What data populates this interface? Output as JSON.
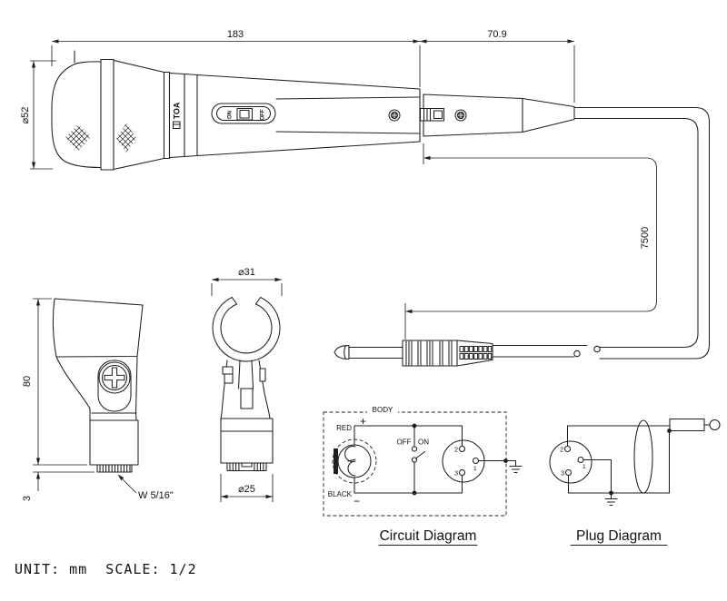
{
  "footer": {
    "note": "UNIT: mm  SCALE: 1/2"
  },
  "brand": "TOA",
  "mic": {
    "switch_on": "ON",
    "switch_off": "OFF"
  },
  "dimensions": {
    "body_length": "183",
    "connector_length": "70.9",
    "cable_length": "7500",
    "head_diameter": "⌀52",
    "holder_height": "80",
    "holder_thread_length": "3",
    "holder_thread_spec": "W 5/16\"",
    "clip_ring_diameter": "⌀31",
    "clip_base_diameter": "⌀25"
  },
  "circuit_diagram": {
    "title": "Circuit Diagram",
    "body_label": "BODY",
    "red": "RED",
    "black": "BLACK",
    "plus": "+",
    "minus": "−",
    "off": "OFF",
    "on": "ON",
    "pin1": "1",
    "pin2": "2",
    "pin3": "3"
  },
  "plug_diagram": {
    "title": "Plug Diagram",
    "pin1": "1",
    "pin2": "2",
    "pin3": "3"
  },
  "colors": {
    "line": "#1f1f1f",
    "background": "#ffffff"
  }
}
